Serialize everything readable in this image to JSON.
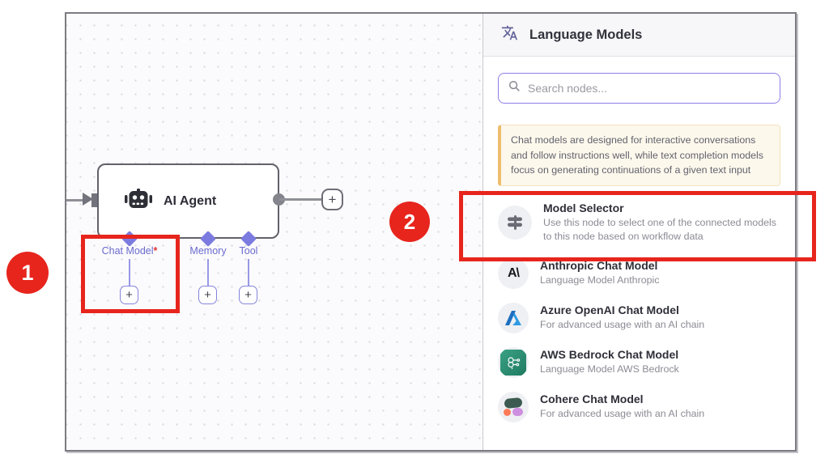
{
  "annotations": {
    "step1": "1",
    "step2": "2"
  },
  "canvas": {
    "node_title": "AI Agent",
    "plus_label": "+",
    "ports": {
      "chat_model": "Chat Model",
      "required_marker": "*",
      "memory": "Memory",
      "tool": "Tool"
    }
  },
  "panel": {
    "title": "Language Models",
    "search_placeholder": "Search nodes...",
    "info": "Chat models are designed for interactive conversations and follow instructions well, while text completion models focus on generating continuations of a given text input",
    "items": [
      {
        "title": "Model Selector",
        "desc": "Use this node to select one of the connected models to this node based on workflow data",
        "icon": "model-selector-icon"
      },
      {
        "title": "Anthropic Chat Model",
        "desc": "Language Model Anthropic",
        "icon": "anthropic-icon"
      },
      {
        "title": "Azure OpenAI Chat Model",
        "desc": "For advanced usage with an AI chain",
        "icon": "azure-icon"
      },
      {
        "title": "AWS Bedrock Chat Model",
        "desc": "Language Model AWS Bedrock",
        "icon": "aws-bedrock-icon"
      },
      {
        "title": "Cohere Chat Model",
        "desc": "For advanced usage with an AI chain",
        "icon": "cohere-icon"
      }
    ]
  },
  "icons": {
    "header": "translate-icon",
    "search": "search-icon",
    "node": "robot-icon",
    "anthropic_glyph": "A\\"
  },
  "colors": {
    "annotation_red": "#e7251d",
    "connector_purple": "#7b7bdf",
    "search_border": "#8c7fe8",
    "info_bg": "#fdf8ec",
    "aws_green": "#2e9072",
    "azure_blue": "#2e9be4"
  }
}
